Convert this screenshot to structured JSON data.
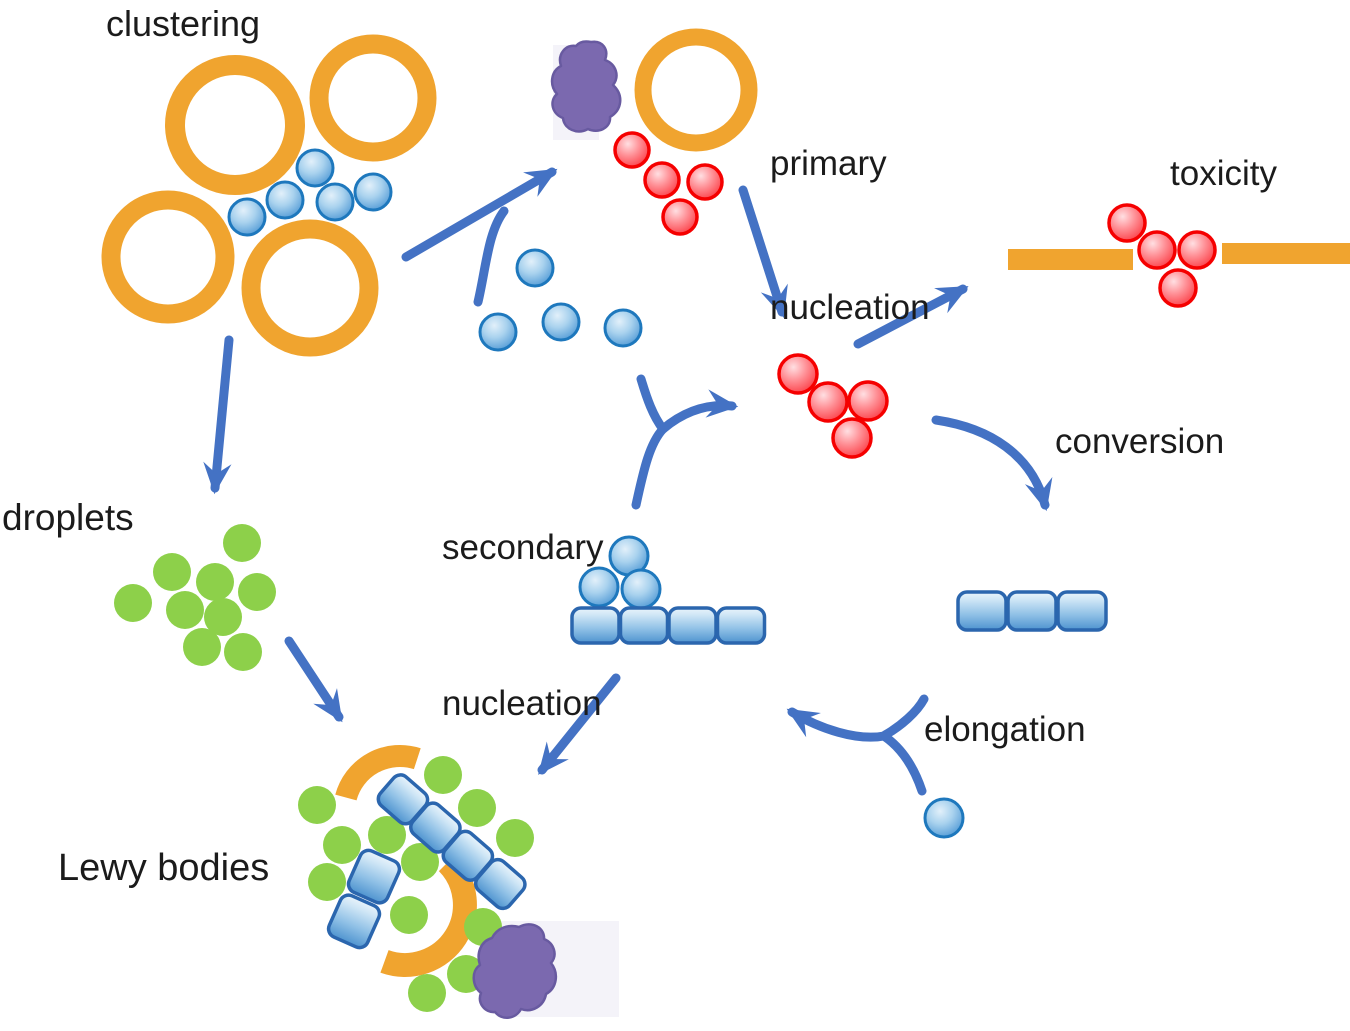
{
  "figure": {
    "title": "protein aggregation pathway diagram",
    "labels": {
      "clustering": "clustering",
      "primary_nucleation": [
        "primary",
        "nucleation"
      ],
      "toxicity": "toxicity",
      "secondary_nucleation": [
        "secondary",
        "nucleation"
      ],
      "conversion": "conversion",
      "elongation": "elongation",
      "droplets": "droplets",
      "lewy_bodies": "Lewy bodies"
    },
    "colors": {
      "background": "#ffffff",
      "text": "#1b1b1b",
      "vesicle_orange": "#f0a42f",
      "membrane_orange": "#f0a42f",
      "arrow_blue": "#4472c4",
      "monomer_blue": "#5b9bd5",
      "monomer_border": "#1e78bd",
      "oligomer_red": "#f50000",
      "fibril_blue": "#4e93cf",
      "fibril_border": "#2b66ae",
      "droplet_green": "#8dd04a",
      "organelle_purple": "#7b69af"
    },
    "shapes": {
      "vesicle-ring": "orange circle outline",
      "monomer": "blue gradient sphere",
      "oligomer-sphere": "red gradient sphere",
      "fibril-segment": "blue rounded square",
      "droplet": "green filled circle",
      "membrane-bar": "orange horizontal bar",
      "organelle-blob": "purple irregular blob",
      "arrow": "blue process arrow"
    }
  }
}
